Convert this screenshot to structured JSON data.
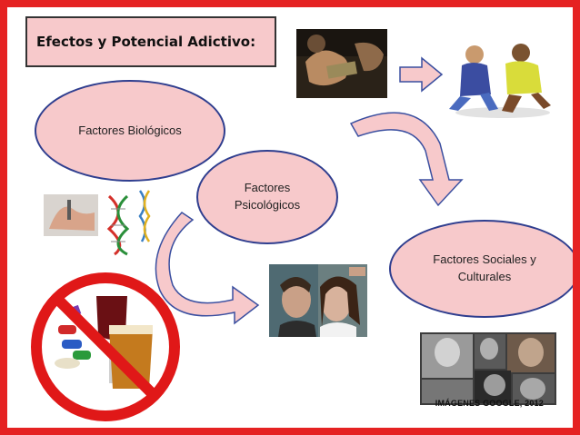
{
  "slide": {
    "title": "Efectos y Potencial Adictivo:",
    "nodes": {
      "biologicos": "Factores Biológicos",
      "psicologicos_line1": "Factores",
      "psicologicos_line2": "Psicológicos",
      "sociales_line1": "Factores Sociales y",
      "sociales_line2": "Culturales"
    },
    "caption": "IMÁGENES GOOGLE, 2012"
  },
  "colors": {
    "border": "#e52222",
    "ellipse_fill": "#f7c9cb",
    "ellipse_stroke": "#2f3e8f",
    "arrow_fill": "#f7c9cb",
    "arrow_stroke": "#3a4fa0"
  },
  "icons": [
    "hands-money-photo",
    "teens-sitting-photo",
    "hand-dna-photo",
    "no-drugs-alcohol-icon",
    "couple-stress-photo",
    "children-collage-photo"
  ]
}
